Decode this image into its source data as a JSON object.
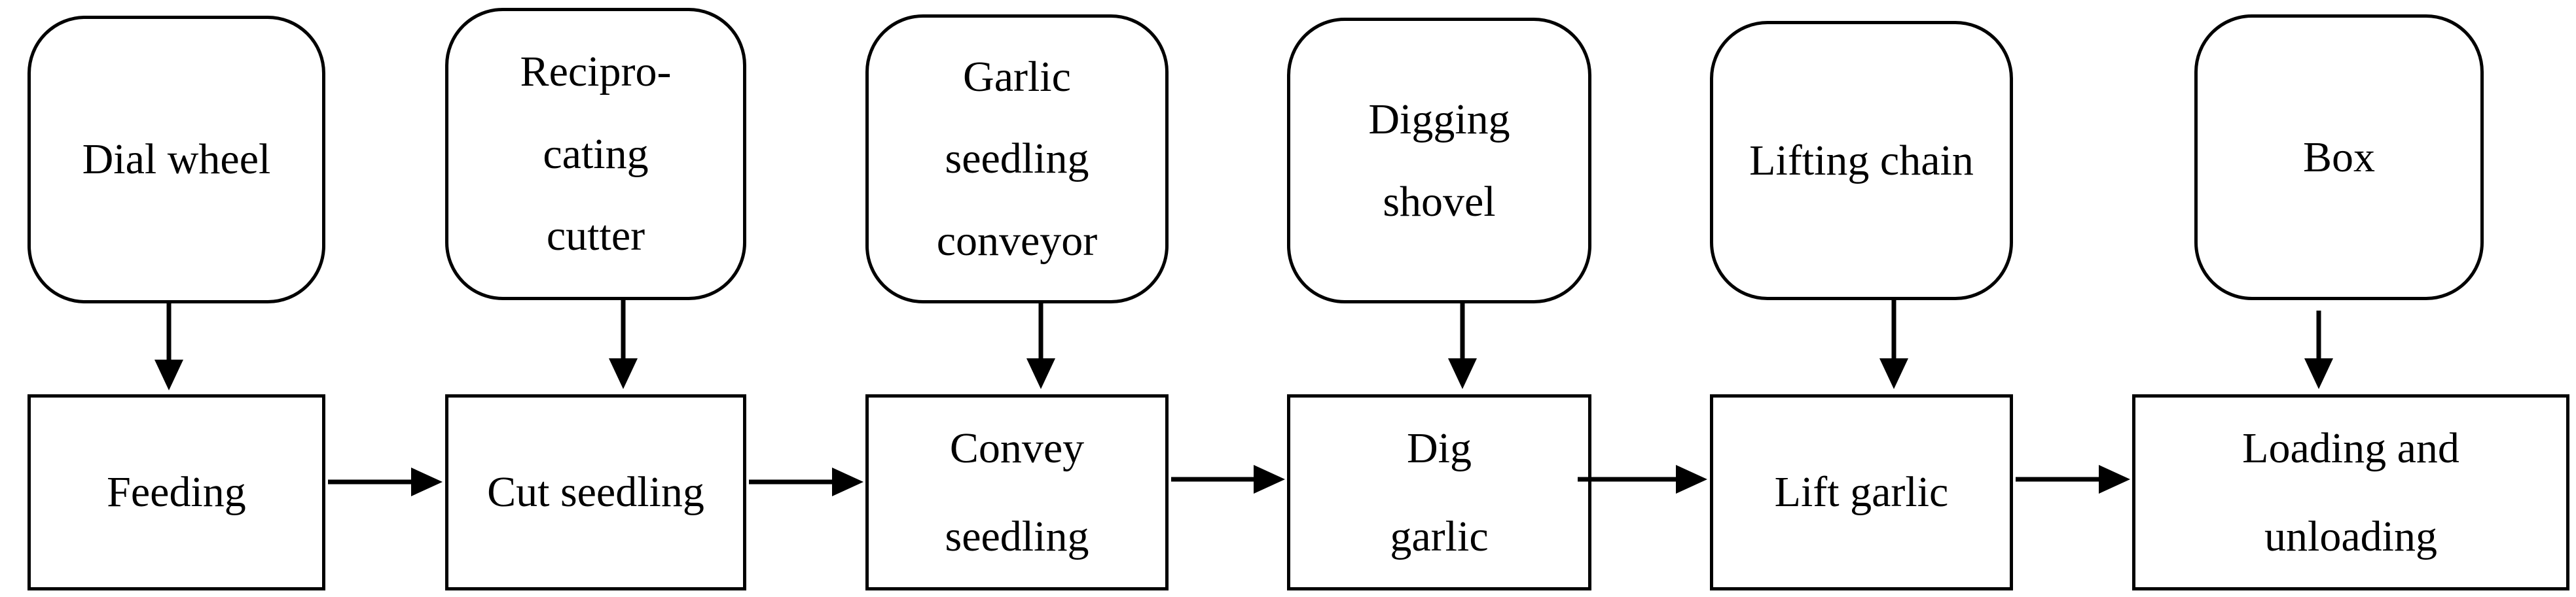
{
  "components": [
    {
      "id": "dial-wheel",
      "label": "Dial wheel"
    },
    {
      "id": "reciprocating-cutter",
      "label": "Recipro-\ncating\ncutter"
    },
    {
      "id": "garlic-seedling-conveyor",
      "label": "Garlic\nseedling\nconveyor"
    },
    {
      "id": "digging-shovel",
      "label": "Digging\nshovel"
    },
    {
      "id": "lifting-chain",
      "label": "Lifting chain"
    },
    {
      "id": "box",
      "label": "Box"
    }
  ],
  "processes": [
    {
      "id": "feeding",
      "label": "Feeding"
    },
    {
      "id": "cut-seedling",
      "label": "Cut seedling"
    },
    {
      "id": "convey-seedling",
      "label": "Convey\nseedling"
    },
    {
      "id": "dig-garlic",
      "label": "Dig\ngarlic"
    },
    {
      "id": "lift-garlic",
      "label": "Lift garlic"
    },
    {
      "id": "loading-and-unloading",
      "label": "Loading and\nunloading"
    }
  ]
}
